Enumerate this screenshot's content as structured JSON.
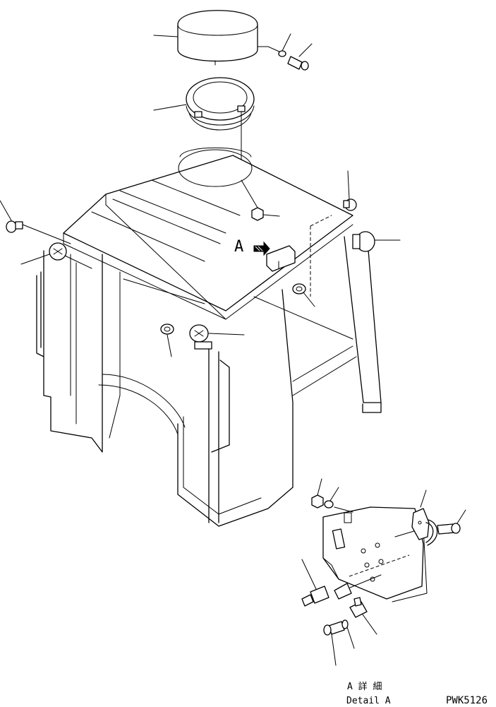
{
  "view_label": "A",
  "detail_label_ja": "A 詳 細",
  "detail_label_en": "Detail A",
  "drawing_code": "PWK5126"
}
